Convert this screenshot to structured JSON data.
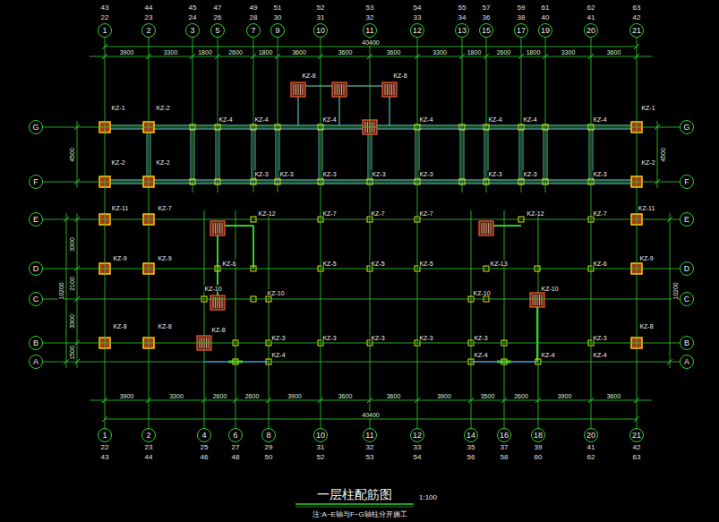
{
  "diagram": {
    "title": "一层柱配筋图",
    "caption": "注:A~E轴与F~G轴柱分开施工",
    "nodes": [
      {
        "text": [
          "43",
          "22",
          "1"
        ]
      },
      {
        "text": [
          "44",
          "23",
          "2"
        ]
      },
      {
        "text": [
          "45",
          "24",
          "3"
        ]
      },
      {
        "text": [
          "47",
          "26",
          "5"
        ]
      },
      {
        "text": [
          "49",
          "28",
          "7"
        ]
      },
      {
        "text": [
          "51",
          "30",
          "9"
        ]
      },
      {
        "text": [
          "52",
          "31",
          "10"
        ]
      },
      {
        "text": [
          "53",
          "32",
          "11"
        ]
      },
      {
        "text": [
          "54",
          "33",
          "12"
        ]
      },
      {
        "text": [
          "55",
          "34",
          "13"
        ]
      },
      {
        "text": [
          "57",
          "36",
          "15"
        ]
      },
      {
        "text": [
          "59",
          "38",
          "17"
        ]
      },
      {
        "text": [
          "61",
          "40",
          "19"
        ]
      },
      {
        "text": [
          "62",
          "41",
          "20"
        ]
      },
      {
        "text": [
          "63",
          "42",
          "21"
        ]
      },
      {
        "text": [
          "G"
        ]
      },
      {
        "text": [
          "G"
        ]
      },
      {
        "text": [
          "F"
        ]
      },
      {
        "text": [
          "F"
        ]
      },
      {
        "text": [
          "E"
        ]
      },
      {
        "text": [
          "E"
        ]
      },
      {
        "text": [
          "D"
        ]
      },
      {
        "text": [
          "D"
        ]
      },
      {
        "text": [
          "C"
        ]
      },
      {
        "text": [
          "C"
        ]
      },
      {
        "text": [
          "B"
        ]
      },
      {
        "text": [
          "B"
        ]
      },
      {
        "text": [
          "A"
        ]
      },
      {
        "text": [
          "A"
        ]
      },
      {
        "text": [
          "1",
          "22",
          "43"
        ]
      },
      {
        "text": [
          "2",
          "23",
          "44"
        ]
      },
      {
        "text": [
          "4",
          "25",
          "46"
        ]
      },
      {
        "text": [
          "6",
          "27",
          "48"
        ]
      },
      {
        "text": [
          "8",
          "29",
          "50"
        ]
      },
      {
        "text": [
          "10",
          "31",
          "52"
        ]
      },
      {
        "text": [
          "11",
          "32",
          "53"
        ]
      },
      {
        "text": [
          "12",
          "33",
          "54"
        ]
      },
      {
        "text": [
          "14",
          "35",
          "56"
        ]
      },
      {
        "text": [
          "16",
          "37",
          "58"
        ]
      },
      {
        "text": [
          "18",
          "39",
          "60"
        ]
      },
      {
        "text": [
          "20",
          "41",
          "62"
        ]
      },
      {
        "text": [
          "21",
          "42",
          "63"
        ]
      }
    ],
    "edges": [
      {
        "from": 0,
        "to": 29,
        "arrow": "none"
      },
      {
        "from": 1,
        "to": 30,
        "arrow": "none"
      },
      {
        "from": 6,
        "to": 34,
        "arrow": "none"
      },
      {
        "from": 7,
        "to": 35,
        "arrow": "none"
      },
      {
        "from": 8,
        "to": 36,
        "arrow": "none"
      },
      {
        "from": 13,
        "to": 40,
        "arrow": "none"
      },
      {
        "from": 14,
        "to": 41,
        "arrow": "none"
      },
      {
        "from": 15,
        "to": 16,
        "arrow": "none"
      },
      {
        "from": 17,
        "to": 18,
        "arrow": "none"
      },
      {
        "from": 19,
        "to": 20,
        "arrow": "none"
      },
      {
        "from": 21,
        "to": 22,
        "arrow": "none"
      },
      {
        "from": 23,
        "to": 24,
        "arrow": "none"
      },
      {
        "from": 25,
        "to": 26,
        "arrow": "none"
      },
      {
        "from": 27,
        "to": 28,
        "arrow": "none"
      }
    ],
    "labels": [
      "3900",
      "3300",
      "1800",
      "2600",
      "1800",
      "3600",
      "3600",
      "3600",
      "3300",
      "1800",
      "2600",
      "1800",
      "3300",
      "3600",
      "40400",
      "3900",
      "3300",
      "2600",
      "2600",
      "3900",
      "3600",
      "3600",
      "3900",
      "3500",
      "2600",
      "3900",
      "3600",
      "40400",
      "4500",
      "3300",
      "2100",
      "3300",
      "1500",
      "10200",
      "4500",
      "10200",
      "1:100",
      "KZ-4",
      "KZ-4",
      "KZ-4",
      "KZ-4",
      "KZ-4",
      "KZ-4",
      "KZ-4",
      "KZ-3",
      "KZ-3",
      "KZ-3",
      "KZ-3",
      "KZ-3",
      "KZ-3",
      "KZ-3",
      "KZ-3",
      "KZ-1",
      "KZ-2",
      "KZ-1",
      "KZ-2",
      "KZ-2",
      "KZ-2",
      "KZ-8",
      "KZ-8",
      "KZ-12",
      "KZ-7",
      "KZ-7",
      "KZ-7",
      "KZ-12",
      "KZ-7",
      "KZ-11",
      "KZ-7",
      "KZ-11",
      "KZ-6",
      "KZ-5",
      "KZ-5",
      "KZ-5",
      "KZ-13",
      "KZ-6",
      "KZ-9",
      "KZ-9",
      "KZ-9",
      "KZ-10",
      "KZ-10",
      "KZ-10",
      "KZ-10",
      "KZ-3",
      "KZ-3",
      "KZ-3",
      "KZ-3",
      "KZ-3",
      "KZ-3",
      "KZ-8",
      "KZ-8",
      "KZ-8",
      "KZ-8",
      "KZ-4",
      "KZ-4",
      "KZ-4",
      "KZ-4"
    ]
  }
}
